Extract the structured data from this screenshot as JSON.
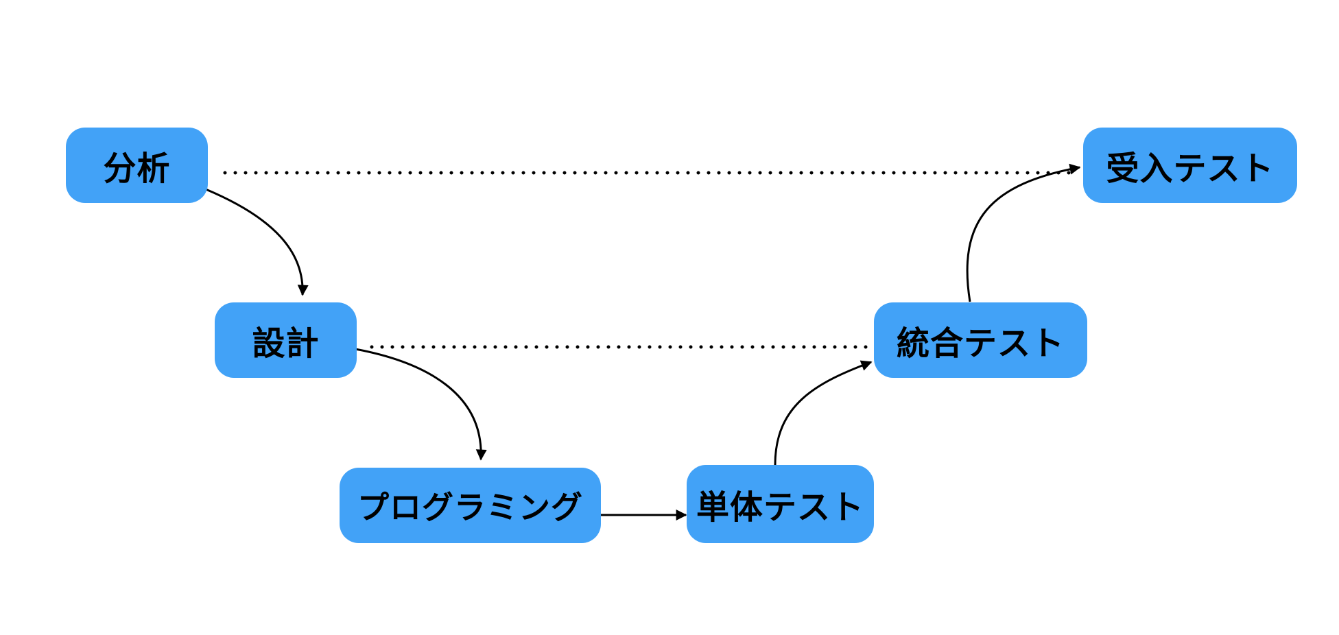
{
  "colors": {
    "node_fill": "#42A2F7",
    "edge": "#000000",
    "text": "#000000",
    "background": "#ffffff"
  },
  "nodes": {
    "analysis": {
      "label": "分析"
    },
    "design": {
      "label": "設計"
    },
    "programming": {
      "label": "プログラミング"
    },
    "unit_test": {
      "label": "単体テスト"
    },
    "integration_test": {
      "label": "統合テスト"
    },
    "acceptance_test": {
      "label": "受入テスト"
    }
  },
  "edges": [
    {
      "from": "analysis",
      "to": "design",
      "style": "solid",
      "arrow": true
    },
    {
      "from": "design",
      "to": "programming",
      "style": "solid",
      "arrow": true
    },
    {
      "from": "programming",
      "to": "unit_test",
      "style": "solid",
      "arrow": true
    },
    {
      "from": "unit_test",
      "to": "integration_test",
      "style": "solid",
      "arrow": true
    },
    {
      "from": "integration_test",
      "to": "acceptance_test",
      "style": "solid",
      "arrow": true
    },
    {
      "from": "analysis",
      "to": "acceptance_test",
      "style": "dotted",
      "arrow": true
    },
    {
      "from": "design",
      "to": "integration_test",
      "style": "dotted",
      "arrow": false
    }
  ]
}
